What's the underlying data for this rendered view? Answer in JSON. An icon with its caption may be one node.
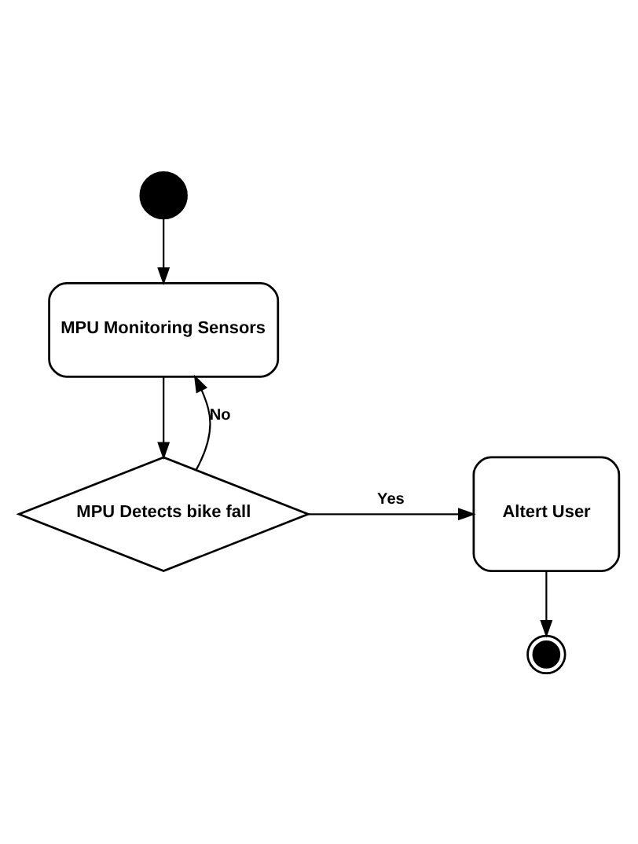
{
  "diagram": {
    "nodes": [
      {
        "text": [],
        "shape": "circle"
      },
      {
        "text": [
          "MPU Monitoring Sensors"
        ]
      },
      {
        "text": [
          "MPU Detects bike fall"
        ]
      },
      {
        "text": [
          "Altert User"
        ]
      },
      {
        "text": [],
        "shape": "circle"
      }
    ],
    "edges": [
      {
        "from": 0,
        "to": 1,
        "arrow": "to"
      },
      {
        "from": 1,
        "to": 2,
        "arrow": "to"
      },
      {
        "from": 2,
        "to": 1,
        "arrow": "to",
        "label": "No"
      },
      {
        "from": 2,
        "to": 3,
        "arrow": "to",
        "label": "Yes"
      },
      {
        "from": 3,
        "to": 4,
        "arrow": "to"
      }
    ]
  }
}
